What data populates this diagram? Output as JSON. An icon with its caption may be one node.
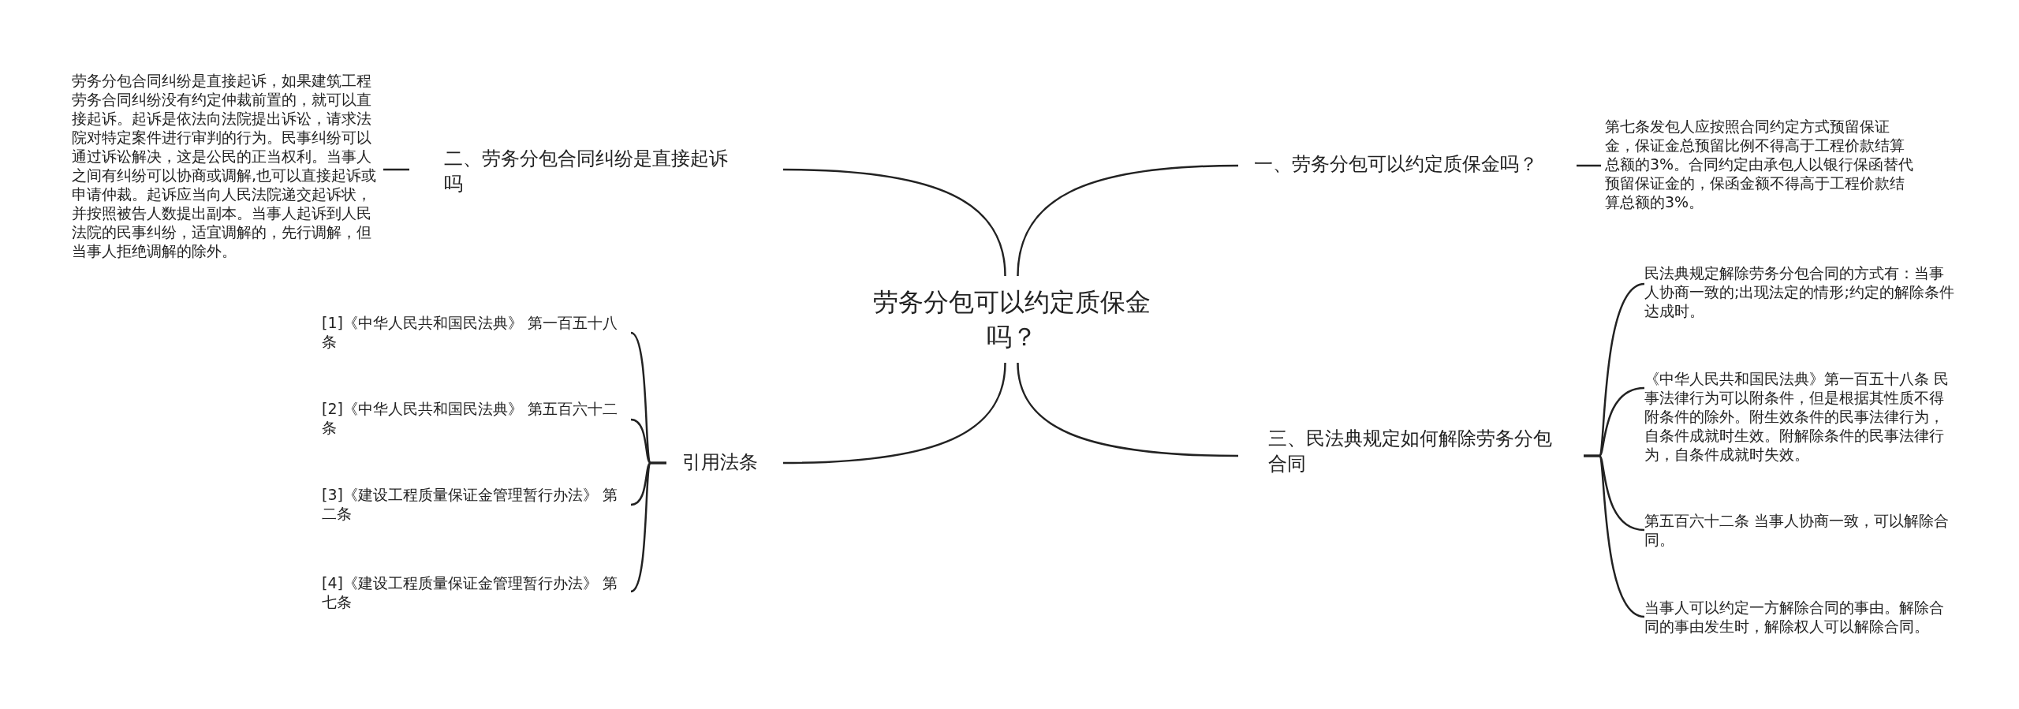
{
  "diagram": {
    "nodes": [
      {
        "text": [
          "劳务分包可以约定质保金吗？"
        ]
      },
      {
        "text": [
          "一、劳务分包可以约定质保金吗？"
        ]
      },
      {
        "text": [
          "第七条发包人应按照合同约定方式预留保证金，保证金总预留比例不得高于工程价款结算总额的3%。合同约定由承包人以银行保函替代预留保证金的，保函金额不得高于工程价款结算总额的3%。"
        ]
      },
      {
        "text": [
          "三、民法典规定如何解除劳务分包合同"
        ]
      },
      {
        "text": [
          "民法典规定解除劳务分包合同的方式有：当事人协商一致的;出现法定的情形;约定的解除条件达成时。"
        ]
      },
      {
        "text": [
          "《中华人民共和国民法典》第一百五十八条 民事法律行为可以附条件，但是根据其性质不得附条件的除外。附生效条件的民事法律行为，自条件成就时生效。附解除条件的民事法律行为，自条件成就时失效。"
        ]
      },
      {
        "text": [
          "第五百六十二条 当事人协商一致，可以解除合同。"
        ]
      },
      {
        "text": [
          "当事人可以约定一方解除合同的事由。解除合同的事由发生时，解除权人可以解除合同。"
        ]
      },
      {
        "text": [
          "二、劳务分包合同纠纷是直接起诉吗"
        ]
      },
      {
        "text": [
          "劳务分包合同纠纷是直接起诉，如果建筑工程劳务合同纠纷没有约定仲裁前置的，就可以直接起诉。起诉是依法向法院提出诉讼，请求法院对特定案件进行审判的行为。民事纠纷可以通过诉讼解决，这是公民的正当权利。当事人之间有纠纷可以协商或调解,也可以直接起诉或申请仲裁。起诉应当向人民法院递交起诉状，并按照被告人数提出副本。当事人起诉到人民法院的民事纠纷，适宜调解的，先行调解，但当事人拒绝调解的除外。"
        ]
      },
      {
        "text": [
          "引用法条"
        ]
      },
      {
        "text": [
          "[1]《中华人民共和国民法典》 第一百五十八条"
        ]
      },
      {
        "text": [
          "[2]《中华人民共和国民法典》 第五百六十二条"
        ]
      },
      {
        "text": [
          "[3]《建设工程质量保证金管理暂行办法》 第二条"
        ]
      },
      {
        "text": [
          "[4]《建设工程质量保证金管理暂行办法》 第七条"
        ]
      }
    ],
    "edges": [
      {
        "from": 0,
        "to": 1,
        "arrow": "none"
      },
      {
        "from": 1,
        "to": 2,
        "arrow": "none"
      },
      {
        "from": 0,
        "to": 3,
        "arrow": "none"
      },
      {
        "from": 3,
        "to": 4,
        "arrow": "none"
      },
      {
        "from": 3,
        "to": 5,
        "arrow": "none"
      },
      {
        "from": 3,
        "to": 6,
        "arrow": "none"
      },
      {
        "from": 3,
        "to": 7,
        "arrow": "none"
      },
      {
        "from": 0,
        "to": 8,
        "arrow": "none"
      },
      {
        "from": 8,
        "to": 9,
        "arrow": "none"
      },
      {
        "from": 0,
        "to": 10,
        "arrow": "none"
      },
      {
        "from": 10,
        "to": 11,
        "arrow": "none"
      },
      {
        "from": 10,
        "to": 12,
        "arrow": "none"
      },
      {
        "from": 10,
        "to": 13,
        "arrow": "none"
      },
      {
        "from": 10,
        "to": 14,
        "arrow": "none"
      }
    ]
  }
}
